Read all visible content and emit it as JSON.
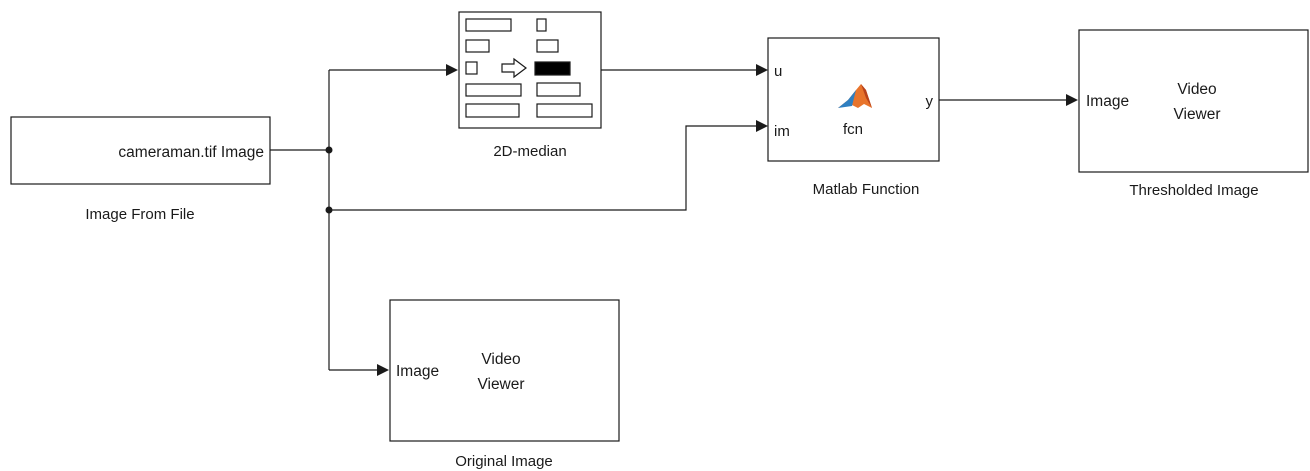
{
  "blocks": {
    "image_from_file": {
      "content": "cameraman.tif Image",
      "label": "Image From File"
    },
    "median": {
      "label": "2D-median"
    },
    "matlab_function": {
      "port_u": "u",
      "port_im": "im",
      "port_y": "y",
      "fcn": "fcn",
      "label": "Matlab Function"
    },
    "thresholded_viewer": {
      "port": "Image",
      "title_line1": "Video",
      "title_line2": "Viewer",
      "label": "Thresholded Image"
    },
    "original_viewer": {
      "port": "Image",
      "title_line1": "Video",
      "title_line2": "Viewer",
      "label": "Original Image"
    }
  },
  "colors": {
    "line": "#1a1a1a",
    "logo_orange": "#e8742c",
    "logo_blue": "#2f7fc1"
  },
  "icons": {
    "median_icon": "median-filter-icon",
    "matlab_logo": "matlab-logo-icon"
  }
}
